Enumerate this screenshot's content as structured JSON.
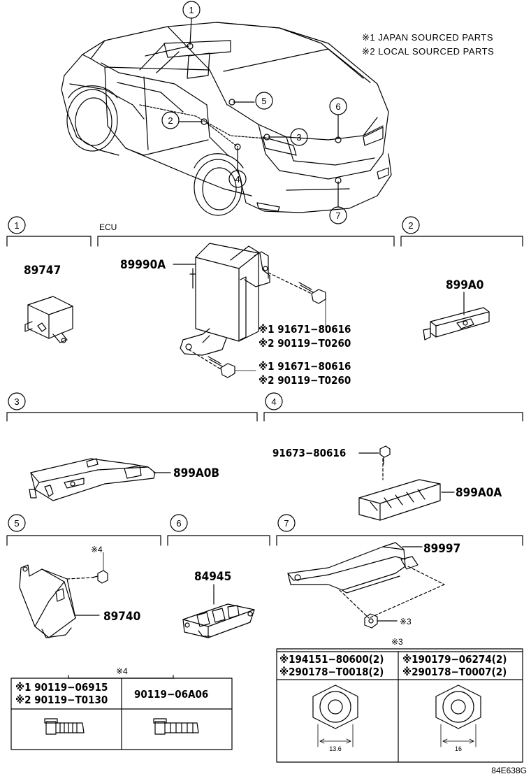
{
  "notes": [
    "※1 JAPAN SOURCED PARTS",
    "※2 LOCAL SOURCED PARTS"
  ],
  "callouts": [
    "1",
    "2",
    "3",
    "4",
    "5",
    "6",
    "7"
  ],
  "sections": {
    "s1": {
      "num": "1",
      "part": "89747"
    },
    "ecu": {
      "label": "ECU",
      "part": "89990A",
      "bolt1": [
        "※1 91671−80616",
        "※2 90119−T0260"
      ],
      "bolt2": [
        "※1 91671−80616",
        "※2 90119−T0260"
      ]
    },
    "s2": {
      "num": "2",
      "part": "899A0"
    },
    "s3": {
      "num": "3",
      "part": "899A0B"
    },
    "s4": {
      "num": "4",
      "part": "899A0A",
      "screw": "91673−80616"
    },
    "s5": {
      "num": "5",
      "part": "89740",
      "ref": "※4"
    },
    "s6": {
      "num": "6",
      "part": "84945"
    },
    "s7": {
      "num": "7",
      "part": "89997",
      "ref": "※3"
    }
  },
  "table4": {
    "title": "※4",
    "col1": [
      "※1 90119−06915",
      "※2 90119−T0130"
    ],
    "col2": "90119−06A06"
  },
  "table3": {
    "title": "※3",
    "col1": [
      "※194151−80600(2)",
      "※290178−T0018(2)"
    ],
    "col2": [
      "※190179−06274(2)",
      "※290178−T0007(2)"
    ],
    "dim1": "13.6",
    "dim2": "16"
  },
  "diagram_code": "84E638G"
}
